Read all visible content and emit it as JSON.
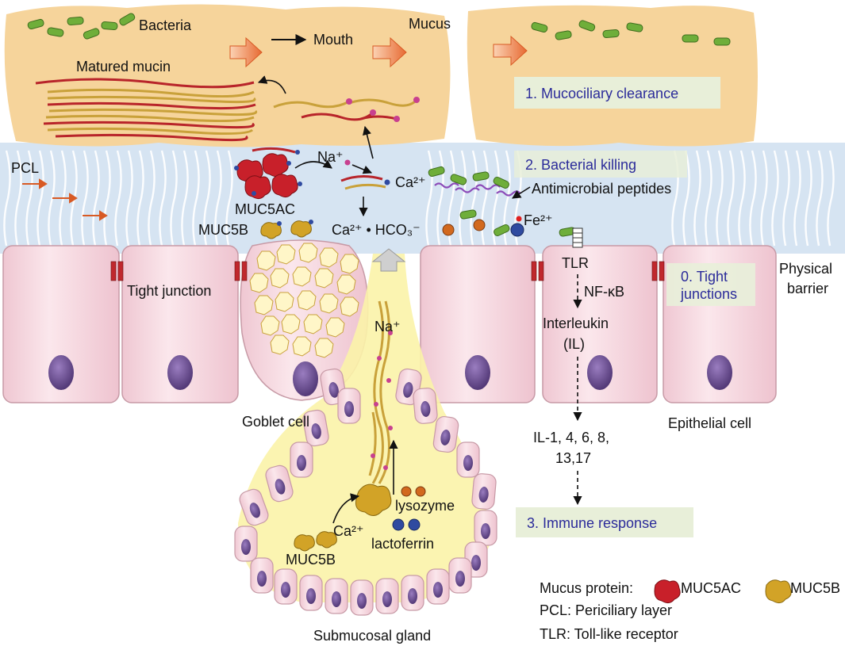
{
  "colors": {
    "mucus": "#f6d49b",
    "pcl_band": "#d6e4f2",
    "cell_fill": "#f7dce3",
    "cell_stroke": "#c79aa6",
    "nucleus": "#6a4d8c",
    "junction": "#c0282d",
    "bacteria": "#6fae3a",
    "mucin_red": "#b8242a",
    "mucin_gold": "#c9a13a",
    "label_box": "#e8efd9",
    "label_text": "#2b2b9a",
    "arrow_orange": "#e8743b",
    "gland": "#fbf3a8"
  },
  "labels": {
    "bacteria": "Bacteria",
    "mouth": "Mouth",
    "mucus": "Mucus",
    "matured_mucin": "Matured mucin",
    "step1": "1. Mucociliary clearance",
    "pcl": "PCL",
    "na_top": "Na⁺",
    "ca_top": "Ca²⁺",
    "muc5ac": "MUC5AC",
    "step2": "2. Bacterial killing",
    "antimicrobial": "Antimicrobial peptides",
    "muc5b_top": "MUC5B",
    "ca_hco3": "Ca²⁺ • HCO₃⁻",
    "fe": "Fe²⁺",
    "tlr": "TLR",
    "step0_line1": "0. Tight",
    "step0_line2": "junctions",
    "physical_line1": "Physical",
    "physical_line2": "barrier",
    "tight_junction": "Tight junction",
    "nfkb": "NF-κB",
    "interleukin_line1": "Interleukin",
    "interleukin_line2": "(IL)",
    "na_gland": "Na⁺",
    "goblet_cell": "Goblet cell",
    "epithelial_cell": "Epithelial cell",
    "il_list_line1": "IL-1, 4, 6, 8,",
    "il_list_line2": "13,17",
    "lysozyme": "lysozyme",
    "ca_gland": "Ca²⁺",
    "muc5b_gland": "MUC5B",
    "lactoferrin": "lactoferrin",
    "step3": "3. Immune response",
    "submucosal_gland": "Submucosal gland"
  },
  "legend": {
    "mucus_protein": "Mucus protein:",
    "muc5ac": "MUC5AC",
    "muc5b": "MUC5B",
    "pcl_def": "PCL: Periciliary layer",
    "tlr_def": "TLR: Toll-like receptor"
  }
}
